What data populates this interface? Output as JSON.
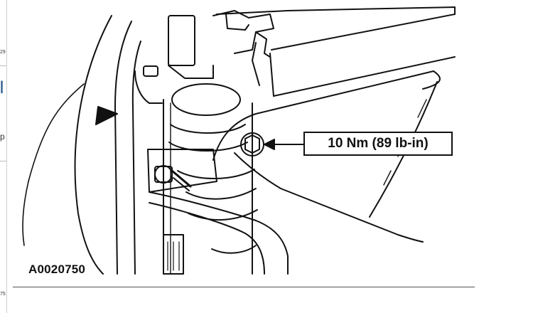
{
  "figure": {
    "id_label": "A0020750",
    "torque_label": "10 Nm (89 lb-in)"
  },
  "left_strip": {
    "fragments": [
      "29",
      "|",
      "p",
      "75"
    ]
  },
  "colors": {
    "line": "#111111",
    "background": "#ffffff",
    "strip_accent": "#2a5a8a"
  }
}
